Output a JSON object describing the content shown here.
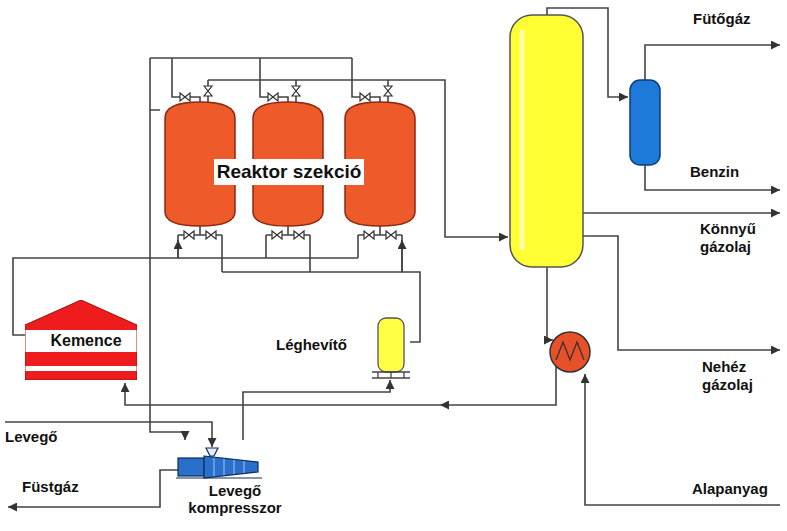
{
  "diagram": {
    "nodes": [
      {
        "text": [
          "Reaktor szekció"
        ]
      },
      {
        "text": [
          "Kemence"
        ]
      },
      {
        "text": [
          "Léghevítő"
        ]
      },
      {
        "text": [
          "Levegő kompresszor"
        ]
      }
    ],
    "edges": [
      {
        "from": 1,
        "to": 0,
        "arrow": "to"
      },
      {
        "from": 3,
        "to": 2,
        "arrow": "to"
      },
      {
        "from": 2,
        "to": 0,
        "arrow": "to"
      },
      {
        "from": 0,
        "to": 3,
        "arrow": "to"
      }
    ],
    "labels": [
      "Fütőgáz",
      "Benzin",
      "Könnyű gázolaj",
      "Nehéz gázolaj",
      "Levegő",
      "Füstgáz",
      "Alapanyag"
    ]
  }
}
